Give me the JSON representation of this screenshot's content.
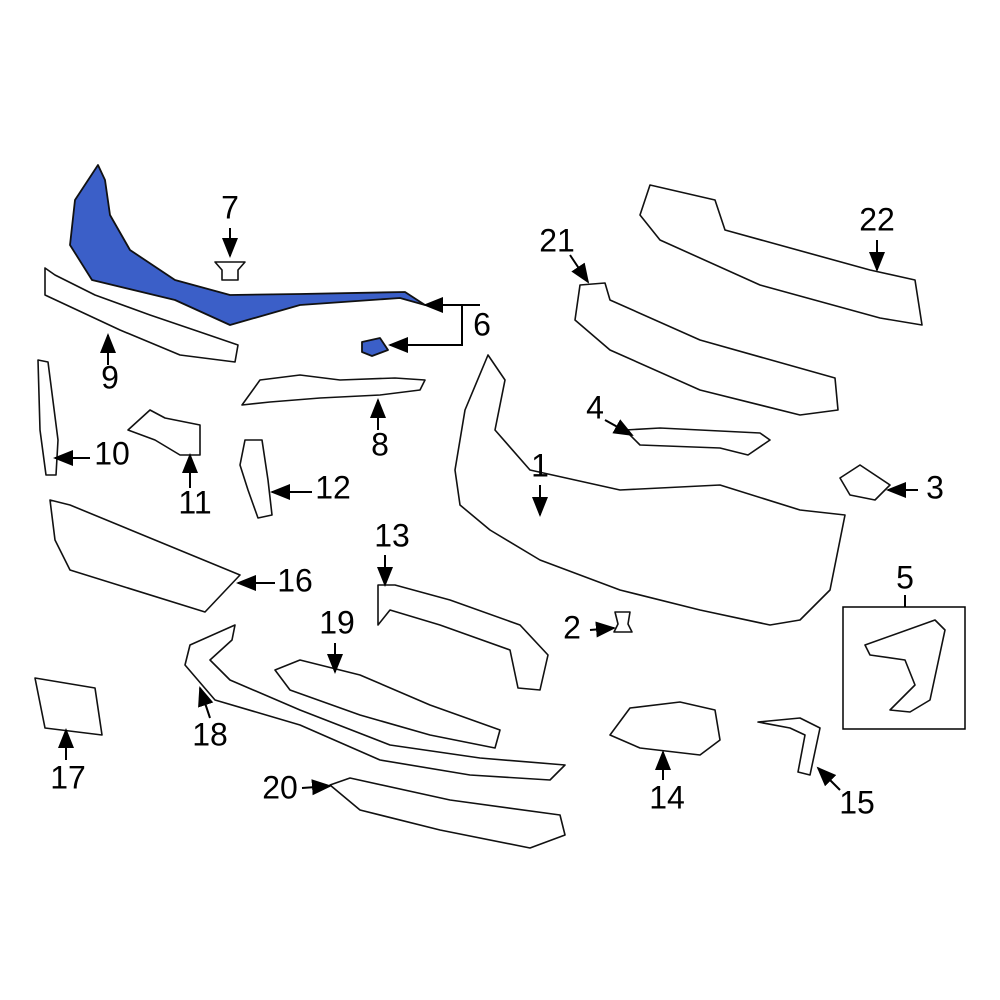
{
  "diagram": {
    "highlight_color": "#3b5fc8",
    "highlighted_part": "6",
    "callouts": [
      "1",
      "2",
      "3",
      "4",
      "5",
      "6",
      "7",
      "8",
      "9",
      "10",
      "11",
      "12",
      "13",
      "14",
      "15",
      "16",
      "17",
      "18",
      "19",
      "20",
      "21",
      "22"
    ]
  }
}
